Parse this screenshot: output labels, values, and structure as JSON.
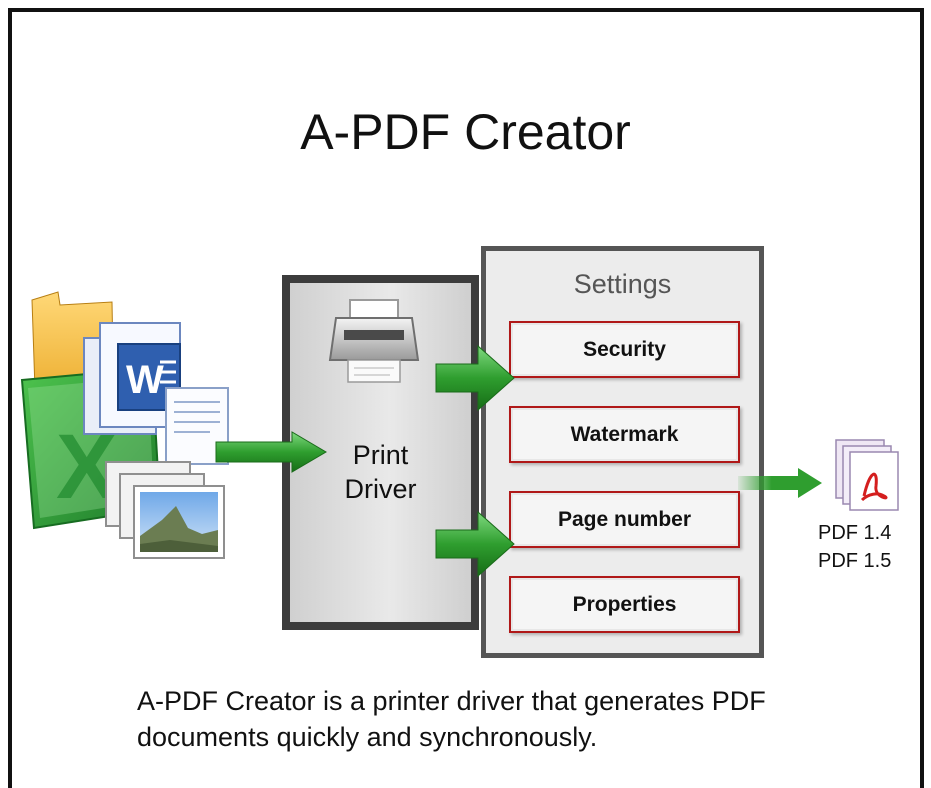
{
  "title": "A-PDF Creator",
  "driver": {
    "line1": "Print",
    "line2": "Driver"
  },
  "settings": {
    "title": "Settings",
    "items": [
      {
        "label": "Security"
      },
      {
        "label": "Watermark"
      },
      {
        "label": "Page number"
      },
      {
        "label": "Properties"
      }
    ]
  },
  "output": {
    "versions": [
      "PDF 1.4",
      "PDF 1.5"
    ]
  },
  "caption": {
    "line1": "A-PDF Creator is a printer driver that generates PDF",
    "line2": "documents quickly and synchronously."
  },
  "icons": [
    "folder-icon",
    "word-document-icon",
    "excel-icon",
    "text-document-icon",
    "photo-icon",
    "printer-icon",
    "pdf-files-icon"
  ],
  "colors": {
    "arrow": "#2f9e2f",
    "setting_border": "#b01818",
    "frame": "#111111"
  }
}
